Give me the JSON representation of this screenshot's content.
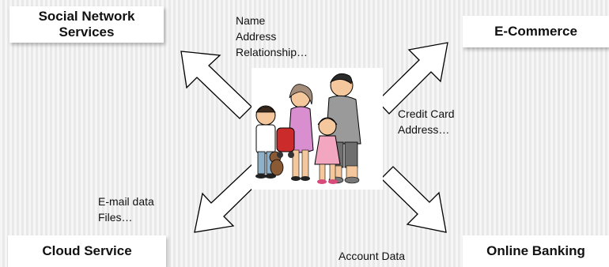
{
  "boxes": {
    "social_line1": "Social Network",
    "social_line2": "Services",
    "ecommerce": "E-Commerce",
    "cloud": "Cloud Service",
    "banking": "Online Banking"
  },
  "labels": {
    "social": [
      "Name",
      "Address",
      "Relationship…"
    ],
    "ecommerce": [
      "Credit Card",
      "Address…"
    ],
    "cloud": [
      "E-mail data",
      "Files…"
    ],
    "banking": "Account Data"
  },
  "colors": {
    "box_fill": "#ffffff",
    "arrow_fill": "#ffffff",
    "arrow_stroke": "#000000",
    "background": "#f0f0f0"
  },
  "icons": [
    "family-clipart"
  ]
}
